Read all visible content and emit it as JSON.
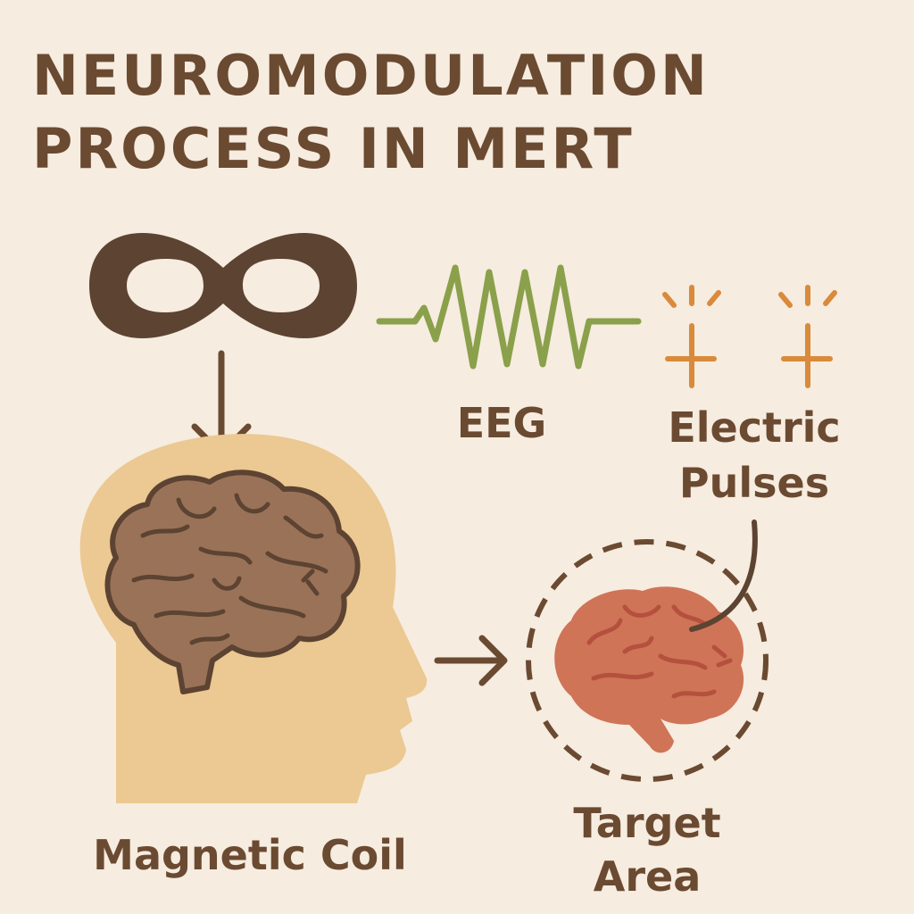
{
  "title": {
    "line1": "NEUROMODULATION",
    "line2": "PROCESS IN MERT"
  },
  "labels": {
    "eeg": "EEG",
    "electric_line1": "Electric",
    "electric_line2": "Pulses",
    "magnetic_coil": "Magnetic Coil",
    "target_line1": "Target",
    "target_line2": "Area"
  },
  "colors": {
    "background": "#f6ecdf",
    "text": "#6b4a32",
    "coil": "#5c4332",
    "head": "#ecc892",
    "brain": "#9a7258",
    "eeg_wave": "#8aa04a",
    "pulses": "#d98a3a",
    "target_brain": "#cf7457"
  },
  "icons": [
    "magnetic-coil-icon",
    "head-icon",
    "brain-icon",
    "eeg-wave-icon",
    "electric-pulse-icon",
    "target-brain-icon"
  ]
}
